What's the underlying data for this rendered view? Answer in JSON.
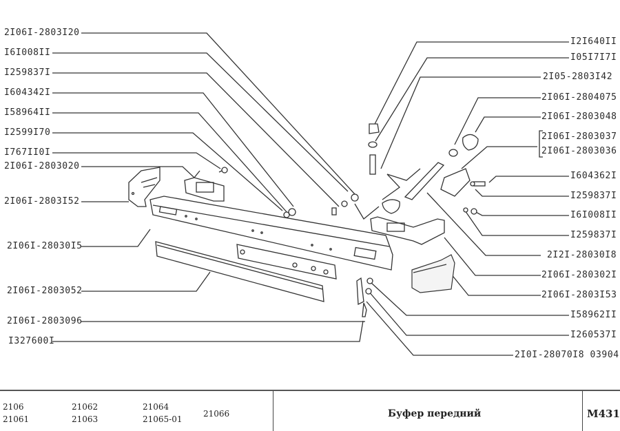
{
  "diagram": {
    "left_labels": [
      "2I06I-2803I20",
      "I6I008II",
      "I259837I",
      "I604342I",
      "I58964II",
      "I2599I70",
      "I767II0I",
      "2I06I-2803020",
      "2I06I-2803I52",
      "2I06I-28030I5",
      "2I06I-2803052",
      "2I06I-2803096",
      "I327600I"
    ],
    "right_labels": [
      "I2I640II",
      "I05I7I7I",
      "2I05-2803I42",
      "2I06I-2804075",
      "2I06I-2803048",
      "2I06I-2803037",
      "2I06I-2803036",
      "I604362I",
      "I259837I",
      "I6I008II",
      "I259837I",
      "2I2I-28030I8",
      "2I06I-280302I",
      "2I06I-2803I53",
      "I58962II",
      "I260537I",
      "2I0I-28070I8 03904"
    ]
  },
  "footer": {
    "models": [
      "2106",
      "21061",
      "21062",
      "21063",
      "21064",
      "21065-01",
      "21066"
    ],
    "title": "Буфер передний",
    "code": "M431"
  }
}
